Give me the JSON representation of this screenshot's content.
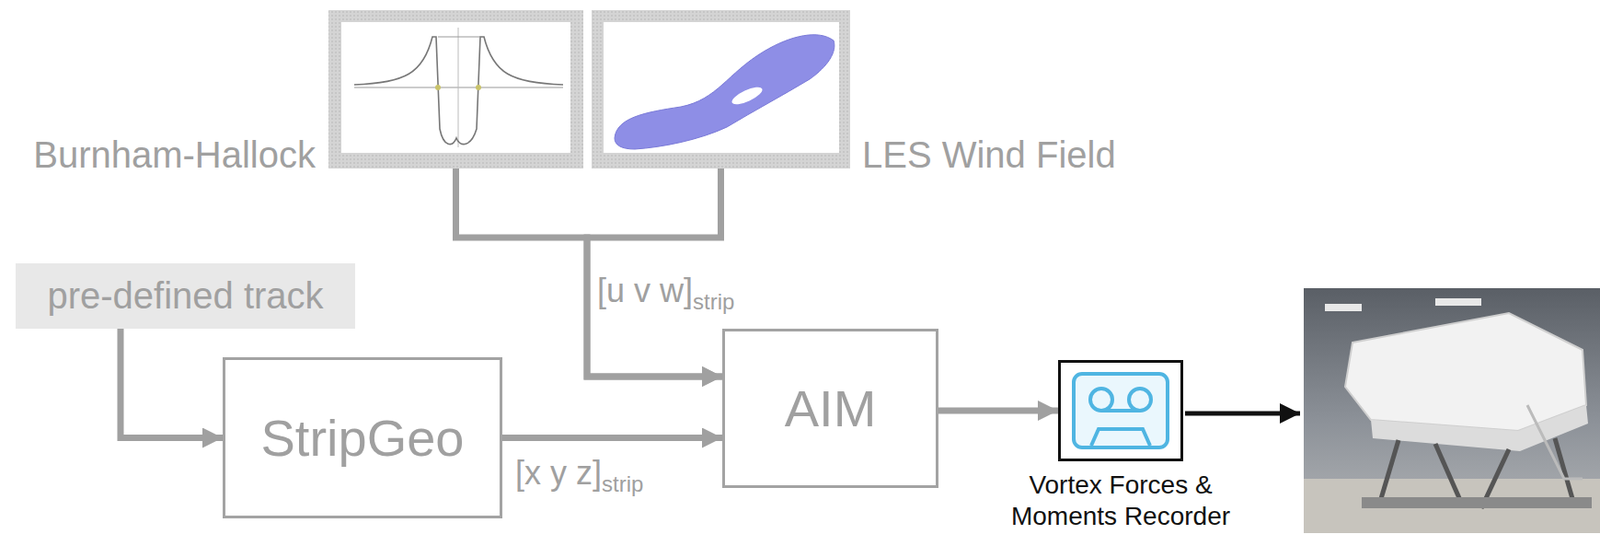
{
  "diagram": {
    "nodes": [
      {
        "text": [
          "Burnham-Hallock"
        ]
      },
      {
        "text": [
          "LES Wind Field"
        ]
      },
      {
        "text": [
          "pre-defined track"
        ]
      },
      {
        "text": [
          "StripGeo"
        ]
      },
      {
        "text": [
          "AIM"
        ]
      },
      {
        "text": [
          "Vortex Forces & Moments Recorder"
        ]
      }
    ],
    "edges": [
      {
        "from": 0,
        "to": 4,
        "arrow": "to",
        "label": "[u v w]strip"
      },
      {
        "from": 1,
        "to": 4,
        "arrow": "to"
      },
      {
        "from": 2,
        "to": 3,
        "arrow": "to"
      },
      {
        "from": 3,
        "to": 4,
        "arrow": "to",
        "label": "[x y z]strip"
      },
      {
        "from": 4,
        "to": 5,
        "arrow": "to"
      }
    ]
  }
}
